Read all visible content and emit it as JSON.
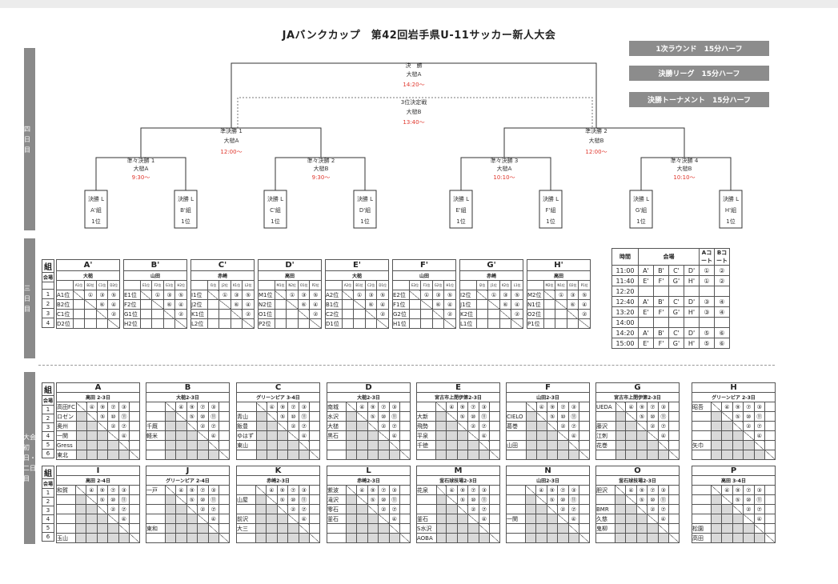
{
  "title": "JAバンクカップ　第42回岩手県U-11サッカー新人大会",
  "legend": [
    "1次ラウンド　15分ハーフ",
    "決勝リーグ　15分ハーフ",
    "決勝トーナメント　15分ハーフ"
  ],
  "side_labels": {
    "s1": "四日目",
    "s2": "三日目",
    "s3": "大会初日・二日目"
  },
  "bracket": {
    "final": {
      "label": "決　勝",
      "venue": "大槌A",
      "time": "14:20〜"
    },
    "third": {
      "label": "3位決定戦",
      "venue": "大槌B",
      "time": "13:40〜"
    },
    "semis": [
      {
        "label": "準決勝 1",
        "venue": "大槌A",
        "time": "12:00〜"
      },
      {
        "label": "準決勝 2",
        "venue": "大槌B",
        "time": "12:00〜"
      }
    ],
    "quarters": [
      {
        "label": "準々決勝 1",
        "venue": "大槌A",
        "time": "9:30〜"
      },
      {
        "label": "準々決勝 2",
        "venue": "大槌B",
        "time": "9:30〜"
      },
      {
        "label": "準々決勝 3",
        "venue": "大槌A",
        "time": "10:10〜"
      },
      {
        "label": "準々決勝 4",
        "venue": "大槌B",
        "time": "10:10〜"
      }
    ],
    "entries": [
      {
        "l1": "決勝 L",
        "l2": "A'組",
        "l3": "1位"
      },
      {
        "l1": "決勝 L",
        "l2": "B'組",
        "l3": "1位"
      },
      {
        "l1": "決勝 L",
        "l2": "C'組",
        "l3": "1位"
      },
      {
        "l1": "決勝 L",
        "l2": "D'組",
        "l3": "1位"
      },
      {
        "l1": "決勝 L",
        "l2": "E'組",
        "l3": "1位"
      },
      {
        "l1": "決勝 L",
        "l2": "F'組",
        "l3": "1位"
      },
      {
        "l1": "決勝 L",
        "l2": "G'組",
        "l3": "1位"
      },
      {
        "l1": "決勝 L",
        "l2": "H'組",
        "l3": "1位"
      }
    ]
  },
  "league2": {
    "groups": [
      {
        "name": "A'",
        "venue": "大槌",
        "teams": [
          "A1位",
          "B2位",
          "C1位",
          "D2位"
        ]
      },
      {
        "name": "B'",
        "venue": "山田",
        "teams": [
          "E1位",
          "F2位",
          "G1位",
          "H2位"
        ]
      },
      {
        "name": "C'",
        "venue": "赤崎",
        "teams": [
          "I1位",
          "J2位",
          "K1位",
          "L2位"
        ]
      },
      {
        "name": "D'",
        "venue": "高田",
        "teams": [
          "M1位",
          "N2位",
          "O1位",
          "P2位"
        ]
      },
      {
        "name": "E'",
        "venue": "大槌",
        "teams": [
          "A2位",
          "B1位",
          "C2位",
          "D1位"
        ]
      },
      {
        "name": "F'",
        "venue": "山田",
        "teams": [
          "E2位",
          "F1位",
          "G2位",
          "H1位"
        ]
      },
      {
        "name": "G'",
        "venue": "赤崎",
        "teams": [
          "I2位",
          "J1位",
          "K2位",
          "L1位"
        ]
      },
      {
        "name": "H'",
        "venue": "高田",
        "teams": [
          "M2位",
          "N1位",
          "O2位",
          "P1位"
        ]
      }
    ],
    "marks": [
      "①",
      "③",
      "⑤",
      "⑥",
      "④",
      "②"
    ]
  },
  "schedule": {
    "headers": [
      "時間",
      "会場",
      "Aコート",
      "Bコート"
    ],
    "rows": [
      [
        "11:00",
        "A'",
        "B'",
        "C'",
        "D'",
        "①",
        "②"
      ],
      [
        "11:40",
        "E'",
        "F'",
        "G'",
        "H'",
        "①",
        "②"
      ],
      [
        "12:20",
        "",
        "",
        "",
        "",
        "",
        ""
      ],
      [
        "12:40",
        "A'",
        "B'",
        "C'",
        "D'",
        "③",
        "④"
      ],
      [
        "13:20",
        "E'",
        "F'",
        "G'",
        "H'",
        "③",
        "④"
      ],
      [
        "14:00",
        "",
        "",
        "",
        "",
        "",
        ""
      ],
      [
        "14:20",
        "A'",
        "B'",
        "C'",
        "D'",
        "⑤",
        "⑥"
      ],
      [
        "15:00",
        "E'",
        "F'",
        "G'",
        "H'",
        "⑤",
        "⑥"
      ]
    ]
  },
  "league1": {
    "groups": [
      {
        "name": "A",
        "venue": "高田 2-3日",
        "teams": [
          "高田FC",
          "ロゼン",
          "奥州",
          "一関",
          "Gress",
          "東北"
        ]
      },
      {
        "name": "B",
        "venue": "大槌2-3日",
        "teams": [
          "",
          "",
          "千厩",
          "軽米",
          "",
          ""
        ]
      },
      {
        "name": "C",
        "venue": "グリーンピア 3-4日",
        "teams": [
          "",
          "青山",
          "飯豊",
          "ゆはず",
          "東山",
          ""
        ]
      },
      {
        "name": "D",
        "venue": "大槌2-3日",
        "teams": [
          "南城",
          "水沢",
          "大槌",
          "黒石",
          "",
          ""
        ]
      },
      {
        "name": "E",
        "venue": "宮古市上閉伊第2-3日",
        "teams": [
          "",
          "大新",
          "飛勢",
          "平泉",
          "千徳",
          ""
        ]
      },
      {
        "name": "F",
        "venue": "山田2-3日",
        "teams": [
          "",
          "CIELO",
          "葛巻",
          "",
          "山田",
          ""
        ]
      },
      {
        "name": "G",
        "venue": "宮古市上閉伊第2-3日",
        "teams": [
          "UEDA",
          "",
          "藤沢",
          "江刺",
          "花巻",
          ""
        ]
      },
      {
        "name": "H",
        "venue": "グリーンピア 2-3日",
        "teams": [
          "昭吾",
          "",
          "",
          "",
          "矢巾",
          ""
        ]
      },
      {
        "name": "I",
        "venue": "高田 2-4日",
        "teams": [
          "和賀",
          "",
          "",
          "",
          "",
          "玉山"
        ]
      },
      {
        "name": "J",
        "venue": "グリーンピア 2-4日",
        "teams": [
          "一戸",
          "",
          "",
          "",
          "東和",
          ""
        ]
      },
      {
        "name": "K",
        "venue": "赤崎2-3日",
        "teams": [
          "",
          "山屋",
          "",
          "前沢",
          "大三",
          ""
        ]
      },
      {
        "name": "L",
        "venue": "赤崎2-3日",
        "teams": [
          "紫波",
          "滝沢",
          "零石",
          "釜石",
          "",
          ""
        ]
      },
      {
        "name": "M",
        "venue": "釜石球技場2-3日",
        "teams": [
          "花泉",
          "",
          "",
          "釜石",
          "S水沢",
          "AOBA"
        ]
      },
      {
        "name": "N",
        "venue": "山田2-3日",
        "teams": [
          "",
          "",
          "",
          "一関",
          "",
          ""
        ]
      },
      {
        "name": "O",
        "venue": "釜石球技場2-3日",
        "teams": [
          "胆沢",
          "",
          "BMR",
          "久慈",
          "鬼柳",
          ""
        ]
      },
      {
        "name": "P",
        "venue": "高田 3-4日",
        "teams": [
          "",
          "",
          "",
          "",
          "松園",
          "高田"
        ]
      }
    ],
    "marks": [
      "①",
      "④",
      "⑨",
      "⑦",
      "③",
      "⑤",
      "⑩",
      "⑪",
      "⑤",
      "②",
      "⑦",
      "⑧",
      "⑥",
      "④",
      "⑥",
      "⑨"
    ]
  }
}
